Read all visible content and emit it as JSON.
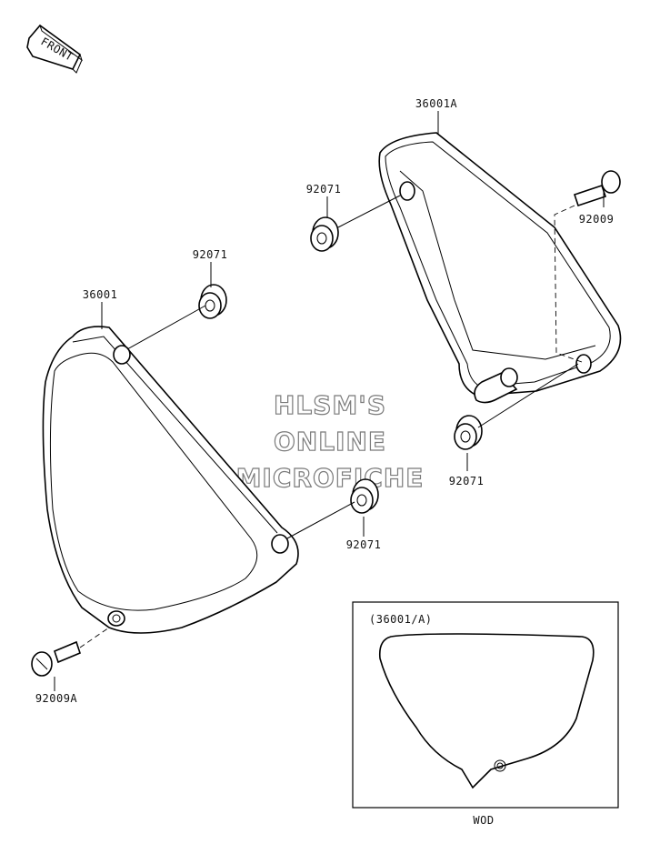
{
  "front_marker": "FRONT",
  "watermark": [
    "HLSM'S",
    "ONLINE",
    "MICROFICHE"
  ],
  "labels": {
    "p36001A": "36001A",
    "p92071_a": "92071",
    "p92009": "92009",
    "p92071_b": "92071",
    "p36001": "36001",
    "p92071_c": "92071",
    "p92071_d": "92071",
    "p92009A": "92009A"
  },
  "inset": {
    "title": "(36001/A)",
    "caption": "WOD"
  }
}
